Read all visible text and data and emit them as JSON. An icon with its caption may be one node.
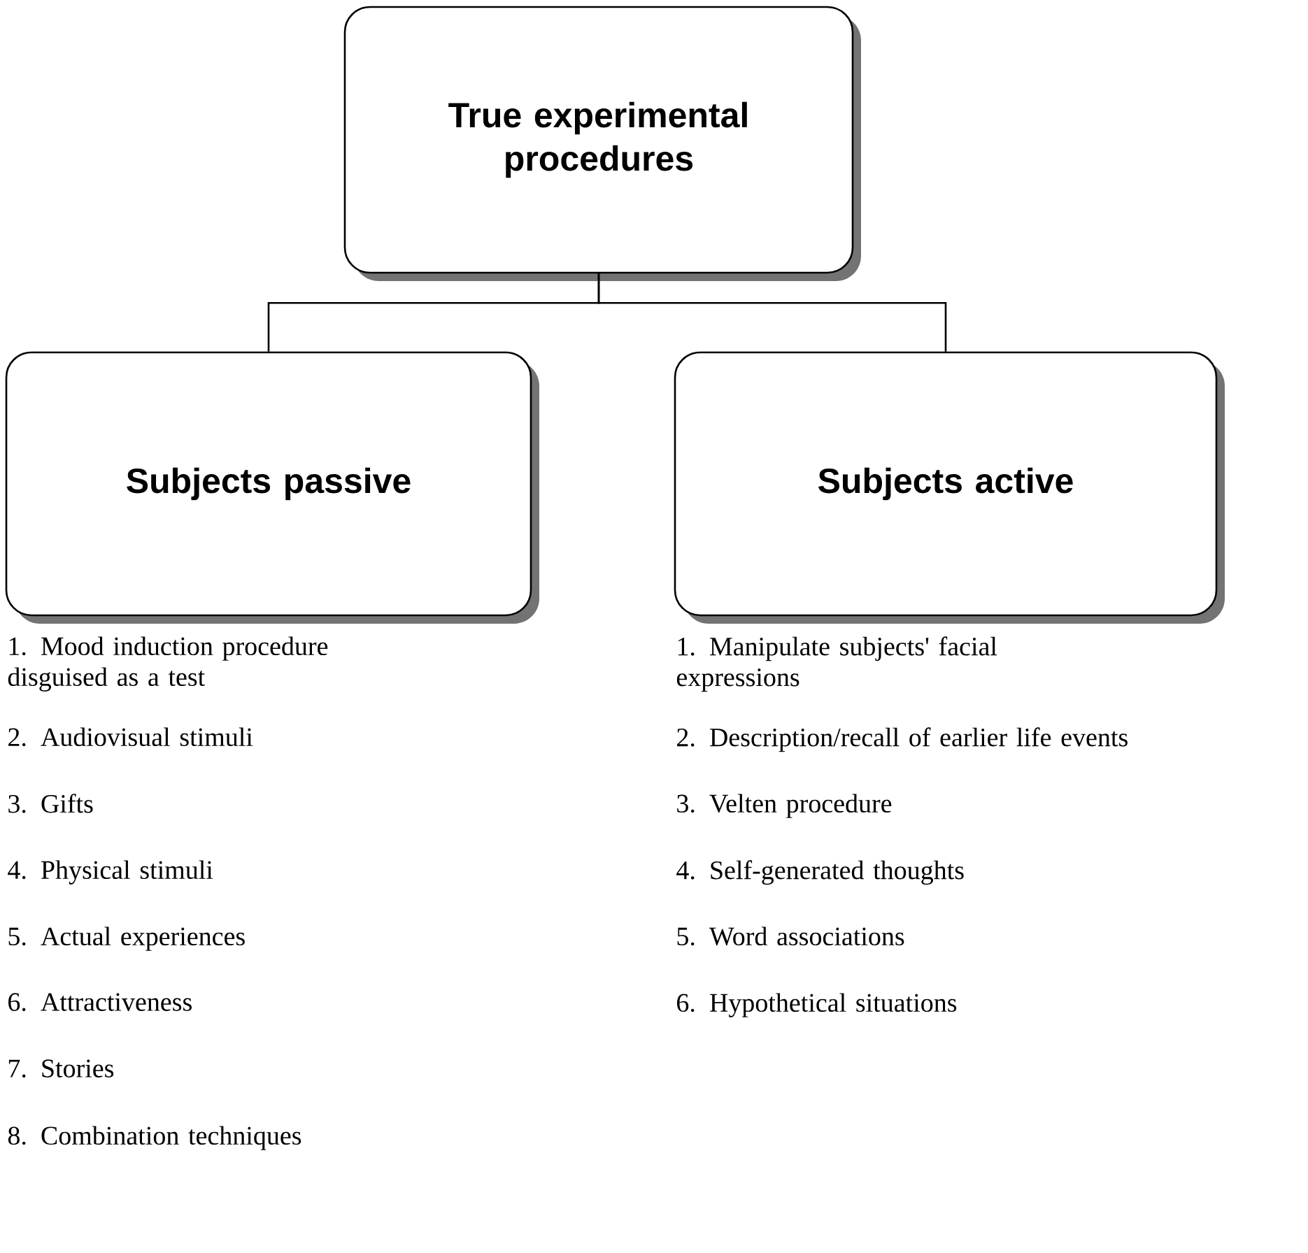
{
  "diagram": {
    "nodes": [
      {
        "text": [
          "True experimental procedures"
        ]
      },
      {
        "text": [
          "Subjects passive"
        ],
        "beside": [
          "1. Mood induction procedure disguised as a test",
          "2. Audiovisual stimuli",
          "3. Gifts",
          "4. Physical stimuli",
          "5. Actual experiences",
          "6. Attractiveness",
          "7. Stories",
          "8. Combination techniques"
        ]
      },
      {
        "text": [
          "Subjects active"
        ],
        "beside": [
          "1. Manipulate subjects' facial expressions",
          "2. Description/recall of earlier life events",
          "3. Velten procedure",
          "4. Self-generated thoughts",
          "5. Word associations",
          "6. Hypothetical situations"
        ]
      }
    ],
    "edges": [
      {
        "from": 0,
        "to": 1,
        "arrow": "none"
      },
      {
        "from": 0,
        "to": 2,
        "arrow": "none"
      }
    ]
  }
}
